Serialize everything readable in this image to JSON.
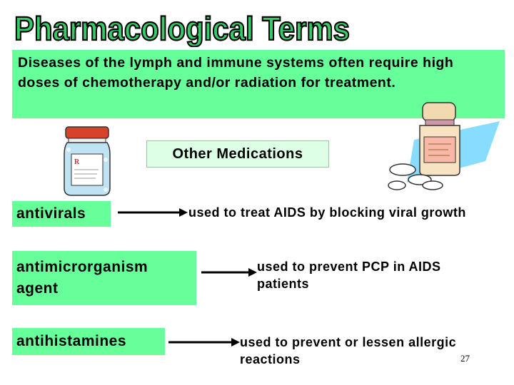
{
  "title": "Pharmacological Terms",
  "intro_text": "Diseases of the lymph and immune systems often require high doses of chemotherapy and/or radiation for treatment.",
  "section_heading": "Other Medications",
  "terms": [
    {
      "term": "antivirals",
      "definition": "used to treat AIDS by blocking viral growth"
    },
    {
      "term": "antimicrorganism agent",
      "definition": "used to prevent PCP in AIDS patients"
    },
    {
      "term": "antihistamines",
      "definition": "used to prevent or lessen allergic reactions"
    }
  ],
  "page_number": "27",
  "colors": {
    "title_fill": "#33cc66",
    "highlight": "#66ff99",
    "heading_box": "#ddffe6"
  },
  "clipart": [
    "medicine-bottle-icon",
    "pill-bottle-with-tablets-icon"
  ]
}
